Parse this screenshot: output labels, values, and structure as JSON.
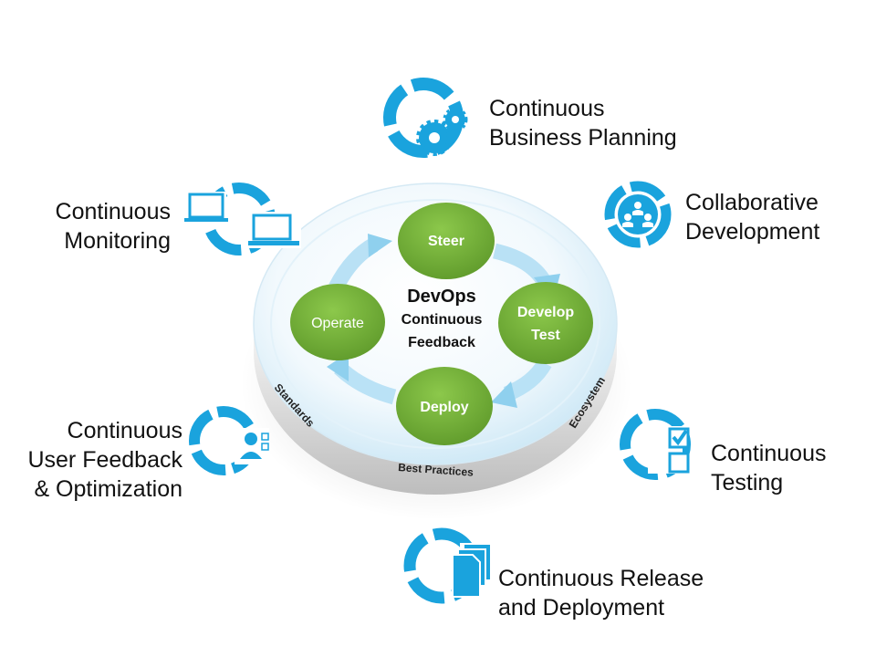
{
  "center": {
    "title": "DevOps",
    "subtitle_line1": "Continuous",
    "subtitle_line2": "Feedback",
    "nodes": {
      "steer": "Steer",
      "develop_line1": "Develop",
      "develop_line2": "Test",
      "deploy": "Deploy",
      "operate": "Operate"
    },
    "rim": {
      "standards": "Standards",
      "best_practices": "Best Practices",
      "ecosystem": "Ecosystem"
    }
  },
  "practices": {
    "planning": {
      "line1": "Continuous",
      "line2": "Business Planning",
      "icon": "gears-icon"
    },
    "collab": {
      "line1": "Collaborative",
      "line2": "Development",
      "icon": "people-icon"
    },
    "testing": {
      "line1": "Continuous",
      "line2": "Testing",
      "icon": "checklist-icon"
    },
    "release": {
      "line1": "Continuous Release",
      "line2": "and Deployment",
      "icon": "documents-icon"
    },
    "feedback": {
      "line1": "Continuous",
      "line2": "User Feedback",
      "line3": "& Optimization",
      "icon": "user-feedback-icon"
    },
    "monitoring": {
      "line1": "Continuous",
      "line2": "Monitoring",
      "icon": "laptops-icon"
    }
  },
  "colors": {
    "accent_blue": "#1aa3dd",
    "node_green": "#7ab53b",
    "arrow_blue": "#b6e0f5"
  }
}
